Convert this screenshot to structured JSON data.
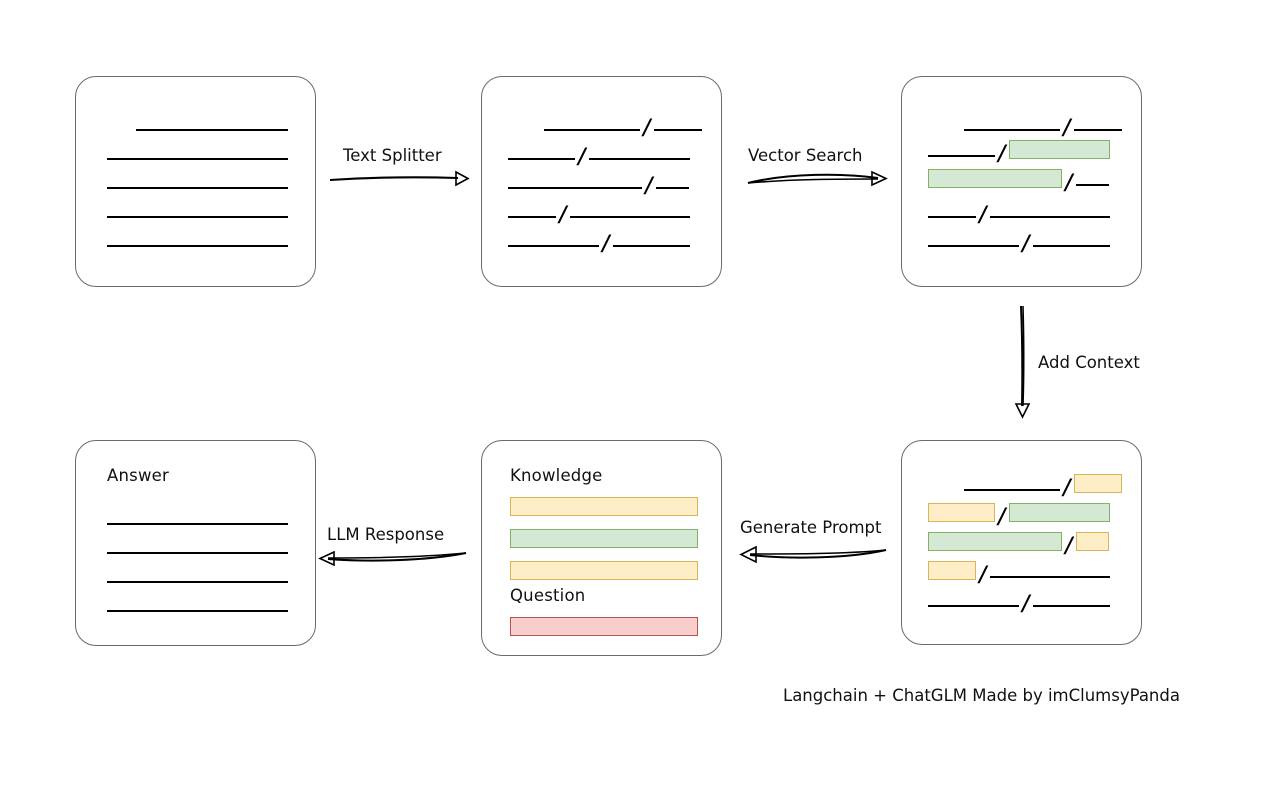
{
  "diagram": {
    "title_footer": "Langchain + ChatGLM Made by imClumsyPanda",
    "colors": {
      "green_fill": "#d5e8d4",
      "green_stroke": "#82b366",
      "yellow_fill": "#fdeec8",
      "yellow_stroke": "#d6b656",
      "red_fill": "#f8cecc",
      "red_stroke": "#b85450",
      "box_stroke": "#6b6b6b",
      "line_stroke": "#000000"
    },
    "arrows": [
      {
        "id": "text-splitter",
        "label": "Text Splitter",
        "direction": "right"
      },
      {
        "id": "vector-search",
        "label": "Vector Search",
        "direction": "right"
      },
      {
        "id": "add-context",
        "label": "Add Context",
        "direction": "down"
      },
      {
        "id": "generate-prompt",
        "label": "Generate Prompt",
        "direction": "left"
      },
      {
        "id": "llm-response",
        "label": "LLM Response",
        "direction": "left"
      }
    ],
    "boxes": [
      {
        "id": "source-document",
        "label": "",
        "rows": [
          {
            "segments": [
              {
                "type": "line",
                "width": 152,
                "indent": 29
              }
            ]
          },
          {
            "segments": [
              {
                "type": "line",
                "width": 181,
                "indent": 0
              }
            ]
          },
          {
            "segments": [
              {
                "type": "line",
                "width": 181,
                "indent": 0
              }
            ]
          },
          {
            "segments": [
              {
                "type": "line",
                "width": 181,
                "indent": 0
              }
            ]
          },
          {
            "segments": [
              {
                "type": "line",
                "width": 181,
                "indent": 0
              }
            ]
          }
        ]
      },
      {
        "id": "split-chunks",
        "label": "",
        "rows": [
          {
            "segments": [
              {
                "type": "line",
                "width": 96,
                "indent": 36
              },
              {
                "type": "slash",
                "text": "/"
              },
              {
                "type": "line",
                "width": 48
              }
            ]
          },
          {
            "segments": [
              {
                "type": "line",
                "width": 67,
                "indent": 0
              },
              {
                "type": "slash",
                "text": "/"
              },
              {
                "type": "line",
                "width": 101
              }
            ]
          },
          {
            "segments": [
              {
                "type": "line",
                "width": 134,
                "indent": 0
              },
              {
                "type": "slash",
                "text": "/"
              },
              {
                "type": "line",
                "width": 33
              }
            ]
          },
          {
            "segments": [
              {
                "type": "line",
                "width": 48,
                "indent": 0
              },
              {
                "type": "slash",
                "text": "/"
              },
              {
                "type": "line",
                "width": 120
              }
            ]
          },
          {
            "segments": [
              {
                "type": "line",
                "width": 91,
                "indent": 0
              },
              {
                "type": "slash",
                "text": "/"
              },
              {
                "type": "line",
                "width": 77
              }
            ]
          }
        ]
      },
      {
        "id": "vector-matched-chunks",
        "label": "",
        "rows": [
          {
            "segments": [
              {
                "type": "line",
                "width": 96,
                "indent": 36
              },
              {
                "type": "slash",
                "text": "/"
              },
              {
                "type": "line",
                "width": 48
              }
            ]
          },
          {
            "segments": [
              {
                "type": "line",
                "width": 67,
                "indent": 0
              },
              {
                "type": "slash",
                "text": "/"
              },
              {
                "type": "highlight",
                "color": "green",
                "width": 101
              }
            ]
          },
          {
            "segments": [
              {
                "type": "highlight",
                "color": "green",
                "width": 134,
                "indent": 0
              },
              {
                "type": "slash",
                "text": "/"
              },
              {
                "type": "line",
                "width": 33
              }
            ]
          },
          {
            "segments": [
              {
                "type": "line",
                "width": 48,
                "indent": 0
              },
              {
                "type": "slash",
                "text": "/"
              },
              {
                "type": "line",
                "width": 120
              }
            ]
          },
          {
            "segments": [
              {
                "type": "line",
                "width": 91,
                "indent": 0
              },
              {
                "type": "slash",
                "text": "/"
              },
              {
                "type": "line",
                "width": 77
              }
            ]
          }
        ]
      },
      {
        "id": "context-added-chunks",
        "label": "",
        "rows": [
          {
            "segments": [
              {
                "type": "line",
                "width": 96,
                "indent": 36
              },
              {
                "type": "slash",
                "text": "/"
              },
              {
                "type": "highlight",
                "color": "yellow",
                "width": 48
              }
            ]
          },
          {
            "segments": [
              {
                "type": "highlight",
                "color": "yellow",
                "width": 67,
                "indent": 0
              },
              {
                "type": "slash",
                "text": "/"
              },
              {
                "type": "highlight",
                "color": "green",
                "width": 101
              }
            ]
          },
          {
            "segments": [
              {
                "type": "highlight",
                "color": "green",
                "width": 134,
                "indent": 0
              },
              {
                "type": "slash",
                "text": "/"
              },
              {
                "type": "highlight",
                "color": "yellow",
                "width": 33
              }
            ]
          },
          {
            "segments": [
              {
                "type": "highlight",
                "color": "yellow",
                "width": 48,
                "indent": 0
              },
              {
                "type": "slash",
                "text": "/"
              },
              {
                "type": "line",
                "width": 120
              }
            ]
          },
          {
            "segments": [
              {
                "type": "line",
                "width": 91,
                "indent": 0
              },
              {
                "type": "slash",
                "text": "/"
              },
              {
                "type": "line",
                "width": 77
              }
            ]
          }
        ]
      },
      {
        "id": "prompt",
        "knowledge_label": "Knowledge",
        "question_label": "Question",
        "knowledge_bars": [
          {
            "color": "yellow",
            "width": 188
          },
          {
            "color": "green",
            "width": 188
          },
          {
            "color": "yellow",
            "width": 188
          }
        ],
        "question_bars": [
          {
            "color": "red",
            "width": 188
          }
        ]
      },
      {
        "id": "answer",
        "label": "Answer",
        "rows": [
          {
            "segments": [
              {
                "type": "line",
                "width": 181,
                "indent": 0
              }
            ]
          },
          {
            "segments": [
              {
                "type": "line",
                "width": 181,
                "indent": 0
              }
            ]
          },
          {
            "segments": [
              {
                "type": "line",
                "width": 181,
                "indent": 0
              }
            ]
          },
          {
            "segments": [
              {
                "type": "line",
                "width": 181,
                "indent": 0
              }
            ]
          }
        ]
      }
    ]
  }
}
